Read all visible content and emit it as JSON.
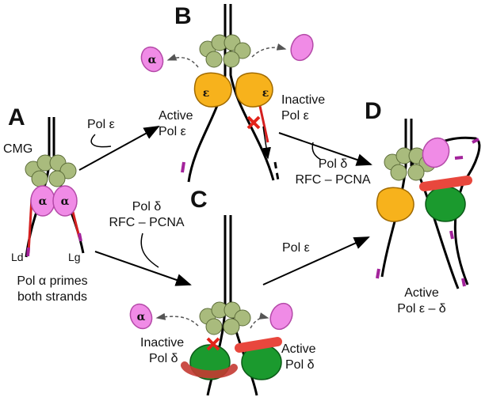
{
  "panels": {
    "A": {
      "letter": "A",
      "cmg": "CMG",
      "ld": "Ld",
      "lg": "Lg",
      "caption_line1": "Pol α primes",
      "caption_line2": "both strands"
    },
    "B": {
      "letter": "B",
      "active_line1": "Active",
      "active_line2": "Pol ε",
      "inactive_line1": "Inactive",
      "inactive_line2": "Pol ε"
    },
    "C": {
      "letter": "C",
      "inactive_line1": "Inactive",
      "inactive_line2": "Pol δ",
      "active_line1": "Active",
      "active_line2": "Pol δ"
    },
    "D": {
      "letter": "D",
      "active_line1": "Active",
      "active_line2": "Pol ε – δ"
    }
  },
  "arrows": {
    "a_to_b": "Pol ε",
    "a_to_c_line1": "Pol δ",
    "a_to_c_line2": "RFC – PCNA",
    "b_to_d_line1": "Pol δ",
    "b_to_d_line2": "RFC – PCNA",
    "c_to_d": "Pol ε"
  },
  "glyphs": {
    "alpha": "α",
    "epsilon": "ε"
  },
  "colors": {
    "cmg": "#a9bb7d",
    "pol_alpha": "#f08be6",
    "pol_epsilon": "#f7b21c",
    "pol_delta": "#1b9a2e",
    "pcna": "#e8473d",
    "primer_rna": "#a3239b",
    "new_dna": "#d41f1f",
    "block_x": "#e2231a"
  }
}
